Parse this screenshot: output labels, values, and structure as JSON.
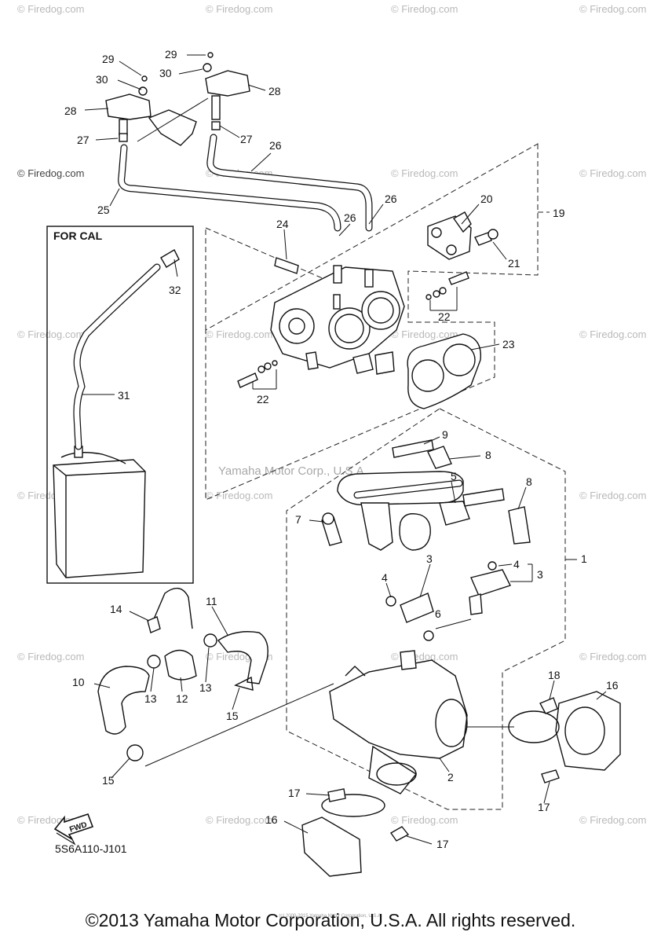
{
  "callouts": [
    "29",
    "30",
    "28",
    "27",
    "25",
    "26",
    "29",
    "30",
    "28",
    "27",
    "26",
    "26",
    "24",
    "20",
    "21",
    "19",
    "22",
    "22",
    "23",
    "32",
    "31",
    "9",
    "8",
    "5",
    "8",
    "7",
    "3",
    "4",
    "3",
    "1",
    "4",
    "6",
    "14",
    "11",
    "10",
    "13",
    "12",
    "13",
    "15",
    "15",
    "2",
    "18",
    "16",
    "17",
    "17",
    "16",
    "17"
  ],
  "watermark": "© Firedog.com",
  "center_watermark": "Yamaha Motor Corp., U.S.A.",
  "panel_title": "FOR CAL",
  "diagram_code": "5S6A110-J101",
  "fwd_label": "FWD",
  "fine_print": "(c) 2000-2015 Yamaha Motor Corporation, U.S.A.",
  "copyright": "©2013 Yamaha Motor Corporation, U.S.A. All rights reserved."
}
